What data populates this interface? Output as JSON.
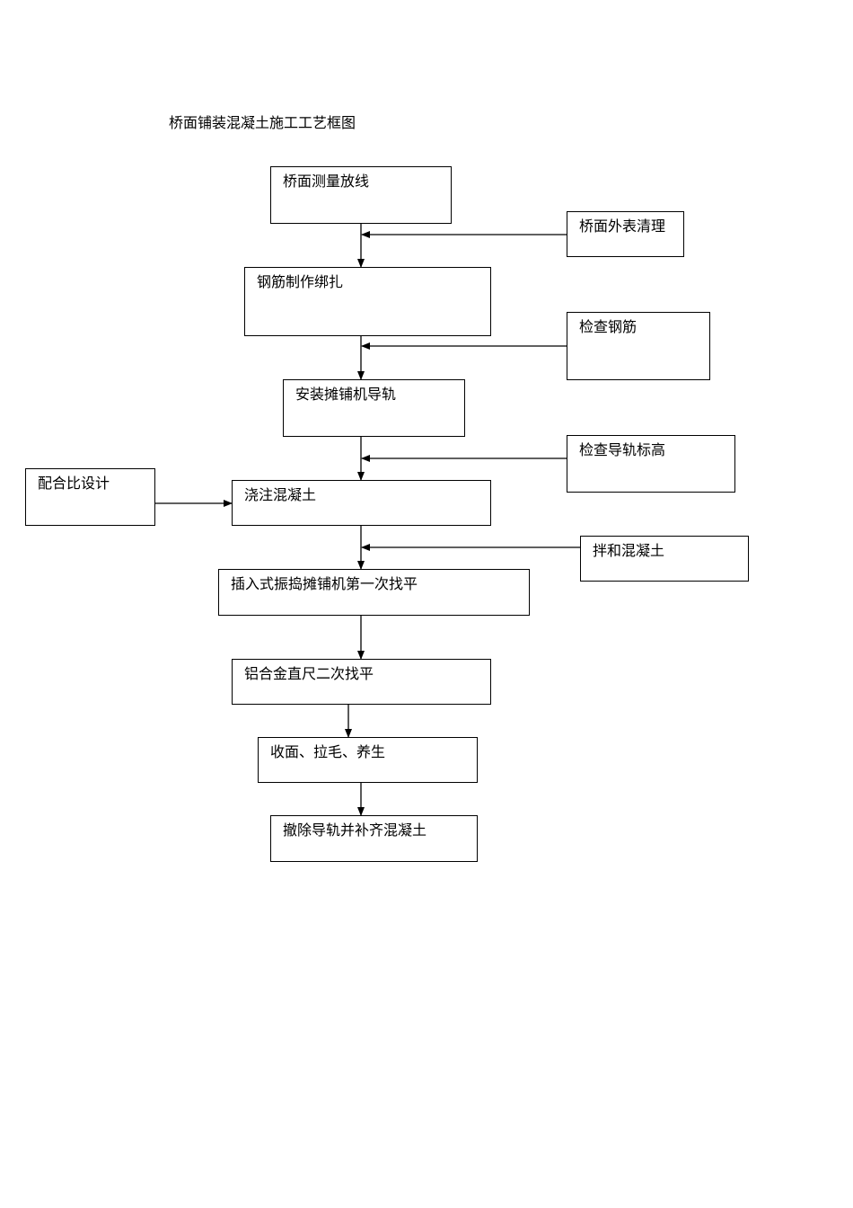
{
  "title": "桥面铺装混凝土施工工艺框图",
  "main_steps": [
    "桥面测量放线",
    "钢筋制作绑扎",
    "安装摊铺机导轨",
    "浇注混凝土",
    "插入式振捣摊铺机第一次找平",
    "铝合金直尺二次找平",
    "收面、拉毛、养生",
    "撤除导轨并补齐混凝土"
  ],
  "side_inputs": [
    "桥面外表清理",
    "检查钢筋",
    "检查导轨标高",
    "拌和混凝土",
    "配合比设计"
  ]
}
